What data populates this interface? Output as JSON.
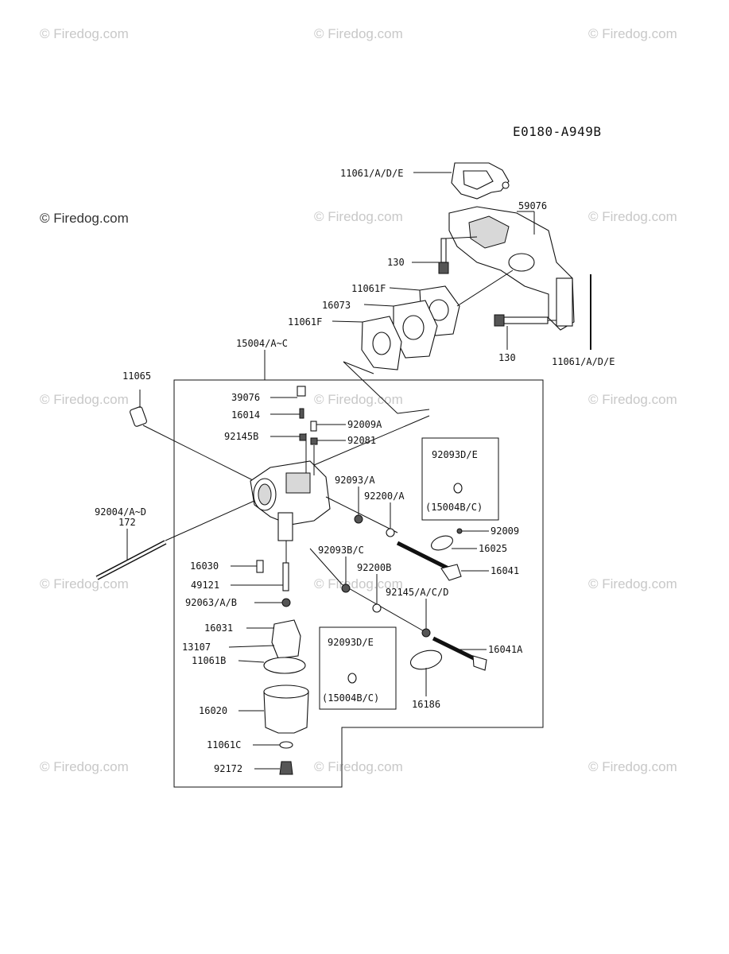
{
  "diagram_code": "E0180-A949B",
  "watermarks": [
    "© Firedog.com"
  ],
  "parts": {
    "p11061ADE_top": "11061/A/D/E",
    "p59076": "59076",
    "p130_top": "130",
    "p11061F_a": "11061F",
    "p16073": "16073",
    "p11061F_b": "11061F",
    "p130_bottom": "130",
    "p11061ADE_right": "11061/A/D/E",
    "p15004": "15004/A~C",
    "p11065": "11065",
    "p39076": "39076",
    "p16014": "16014",
    "p92009A": "92009A",
    "p92145B": "92145B",
    "p92081": "92081",
    "p92093DE_a": "92093D/E",
    "p15004BC_a": "(15004B/C)",
    "p92093A": "92093/A",
    "p92200A": "92200/A",
    "p92009": "92009",
    "p16025": "16025",
    "p92004": "92004/A~D",
    "p172": "172",
    "p16041": "16041",
    "p16030": "16030",
    "p92093BC": "92093B/C",
    "p92200B": "92200B",
    "p49121": "49121",
    "p92145ACD": "92145/A/C/D",
    "p92063": "92063/A/B",
    "p16031": "16031",
    "p13107": "13107",
    "p92093DE_b": "92093D/E",
    "p16041A": "16041A",
    "p11061B": "11061B",
    "p15004BC_b": "(15004B/C)",
    "p16186": "16186",
    "p16020": "16020",
    "p11061C": "11061C",
    "p92172": "92172"
  }
}
